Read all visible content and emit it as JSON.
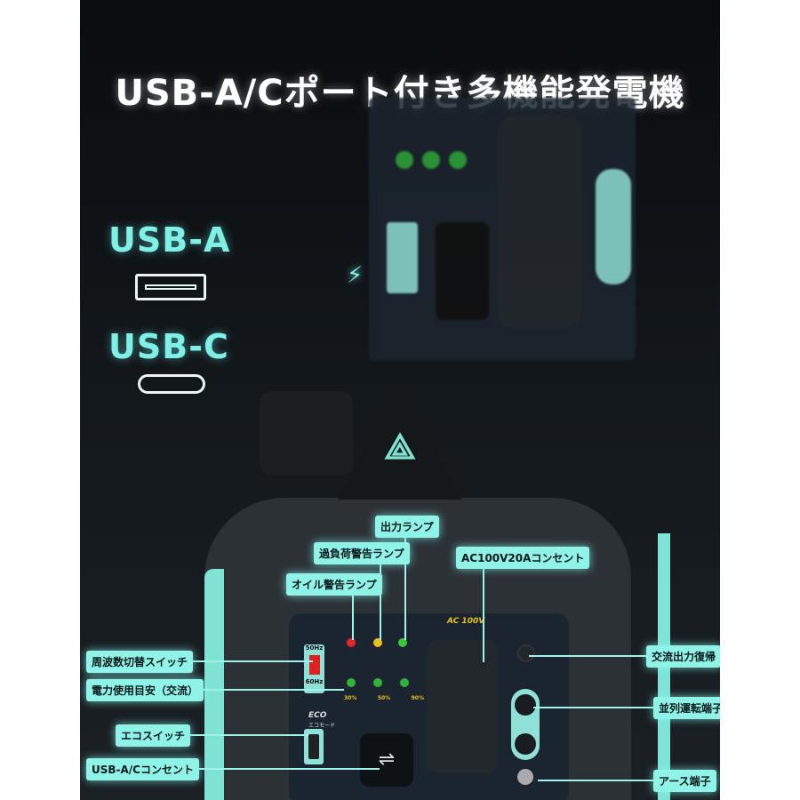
{
  "title": "USB-A/Cポート付き多機能発電機",
  "usb_a": {
    "label": "USB-A",
    "icon": "usb-a-port-icon"
  },
  "usb_c": {
    "label": "USB-C",
    "icon": "usb-c-port-icon"
  },
  "panel": {
    "ac_label": "AC 100V",
    "freq_top": "50Hz",
    "freq_bottom": "60Hz",
    "eco": "ECO",
    "eco_sub": "エコモード",
    "meter_levels": [
      "30%",
      "50%",
      "90%"
    ]
  },
  "callouts": {
    "output_lamp": "出力ランプ",
    "overload_lamp": "過負荷警告ランプ",
    "oil_lamp": "オイル警告ランプ",
    "ac_outlet": "AC100V20Aコンセント",
    "freq_switch": "周波数切替スイッチ",
    "power_meter": "電力使用目安（交流）",
    "eco_switch": "エコスイッチ",
    "usb_outlet": "USB-A/Cコンセント",
    "ac_reset": "交流出力復帰",
    "parallel": "並列運転端子",
    "ground": "アース端子"
  },
  "colors": {
    "accent": "#8ff3e8",
    "background": "#0f1317",
    "body": "#2c3136"
  }
}
